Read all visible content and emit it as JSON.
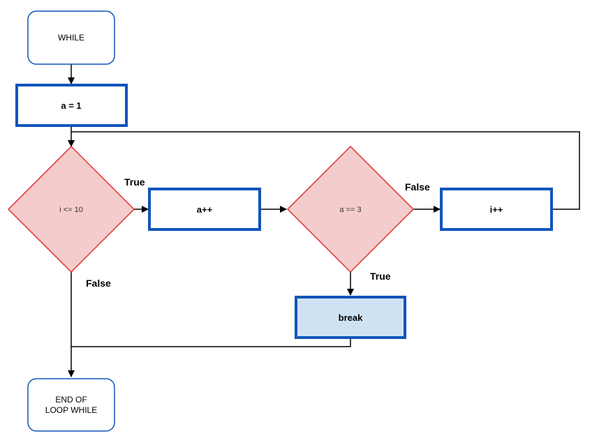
{
  "nodes": {
    "start": "WHILE",
    "init": "a = 1",
    "cond_loop": "i <= 10",
    "increment_a": "a++",
    "cond_eq": "a == 3",
    "increment_i": "i++",
    "break": "break",
    "end_line1": "END OF",
    "end_line2": "LOOP WHILE"
  },
  "edge_labels": {
    "loop_true": "True",
    "loop_false": "False",
    "eq_false": "False",
    "eq_true": "True"
  },
  "colors": {
    "process_border": "#1155bb",
    "decision_fill": "#f4cccc",
    "decision_border": "#e03030",
    "break_fill": "#cfe2f3",
    "terminal_border": "#1155bb",
    "line": "#000000"
  }
}
